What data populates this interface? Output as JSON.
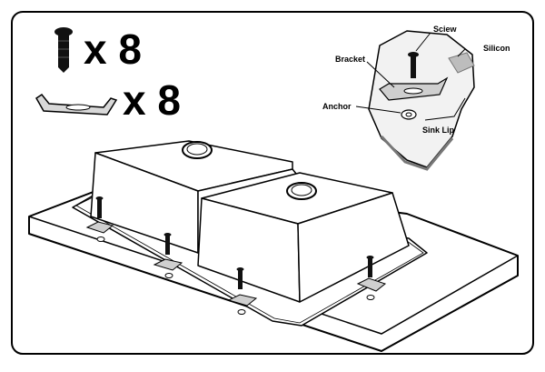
{
  "parts": {
    "screw": {
      "icon": "screw-icon",
      "count_text": "x 8"
    },
    "bracket": {
      "icon": "bracket-icon",
      "count_text": "x 8"
    }
  },
  "detail": {
    "labels": {
      "screw": "Sciew",
      "silicon": "Silicon",
      "bracket": "Bracket",
      "anchor": "Anchor",
      "sink_lip": "Sink Lip"
    }
  }
}
